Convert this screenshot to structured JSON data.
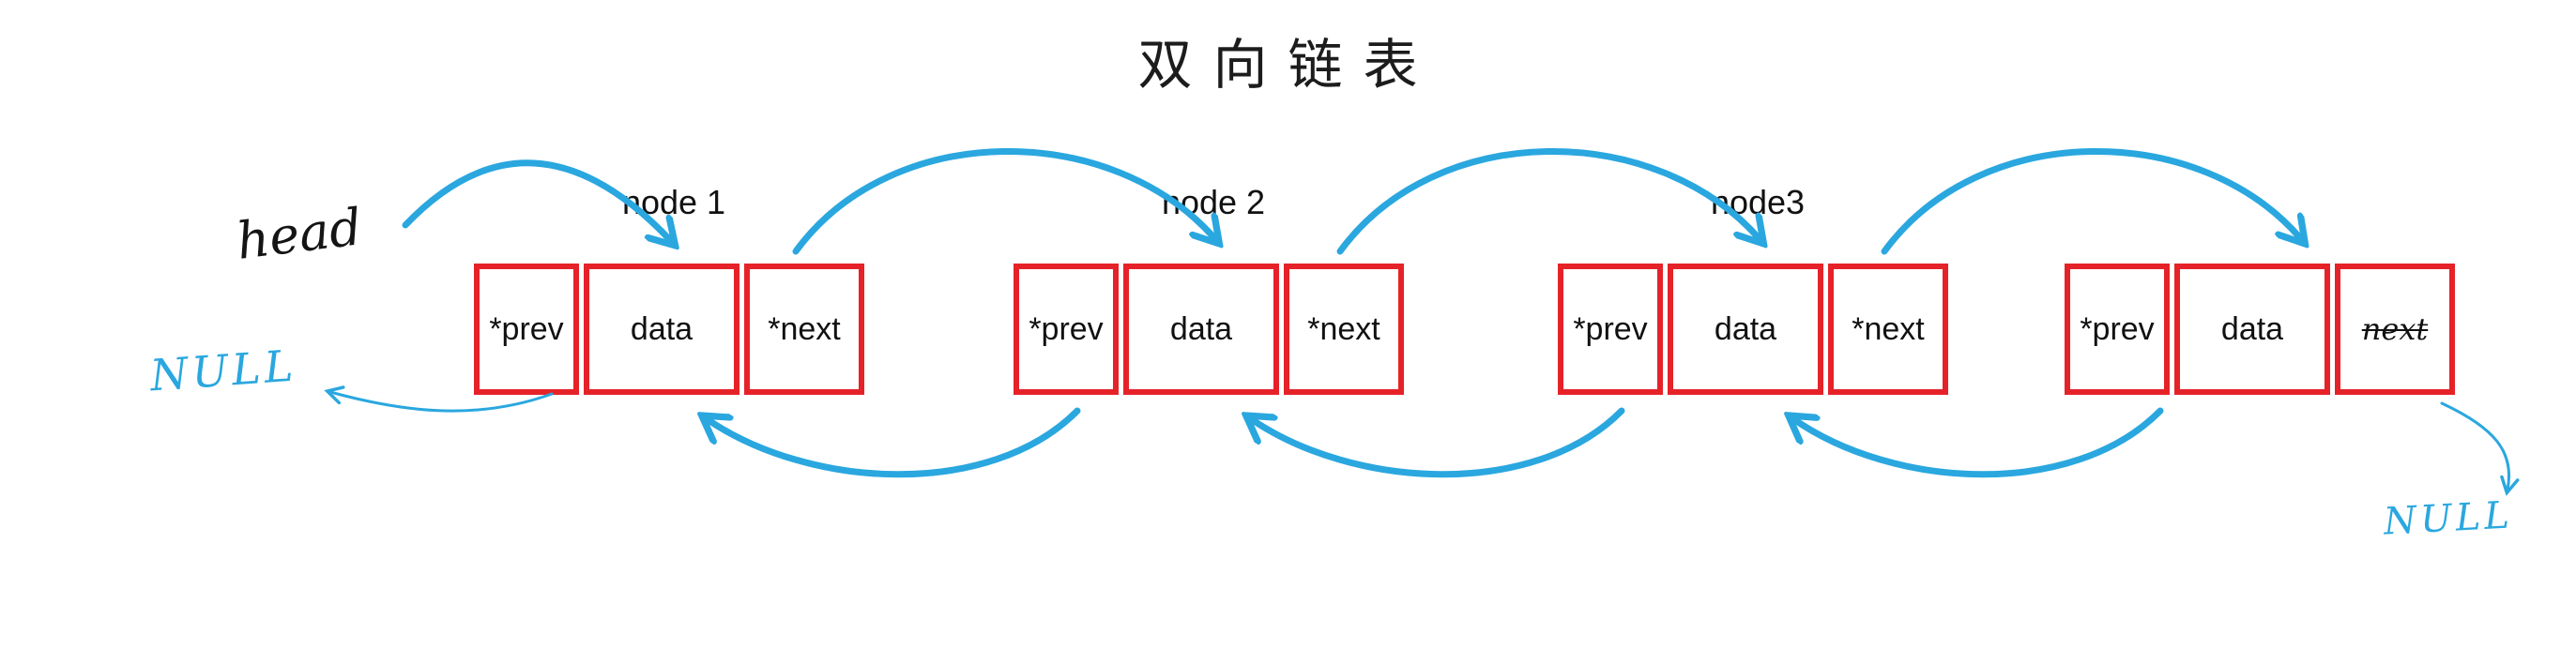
{
  "title": "双向链表",
  "annotations": {
    "head_label": "head",
    "null_left": "NULL",
    "null_right": "NULL"
  },
  "nodes": [
    {
      "label": "node 1",
      "cells": [
        "*prev",
        "data",
        "*next"
      ]
    },
    {
      "label": "node 2",
      "cells": [
        "*prev",
        "data",
        "*next"
      ]
    },
    {
      "label": "node3",
      "cells": [
        "*prev",
        "data",
        "*next"
      ]
    },
    {
      "label": "",
      "cells": [
        "*prev",
        "data",
        "next"
      ]
    }
  ],
  "colors": {
    "node_border": "#e62229",
    "arrow": "#2aa7df",
    "handwriting_blue": "#2aa7df",
    "text": "#111111"
  }
}
